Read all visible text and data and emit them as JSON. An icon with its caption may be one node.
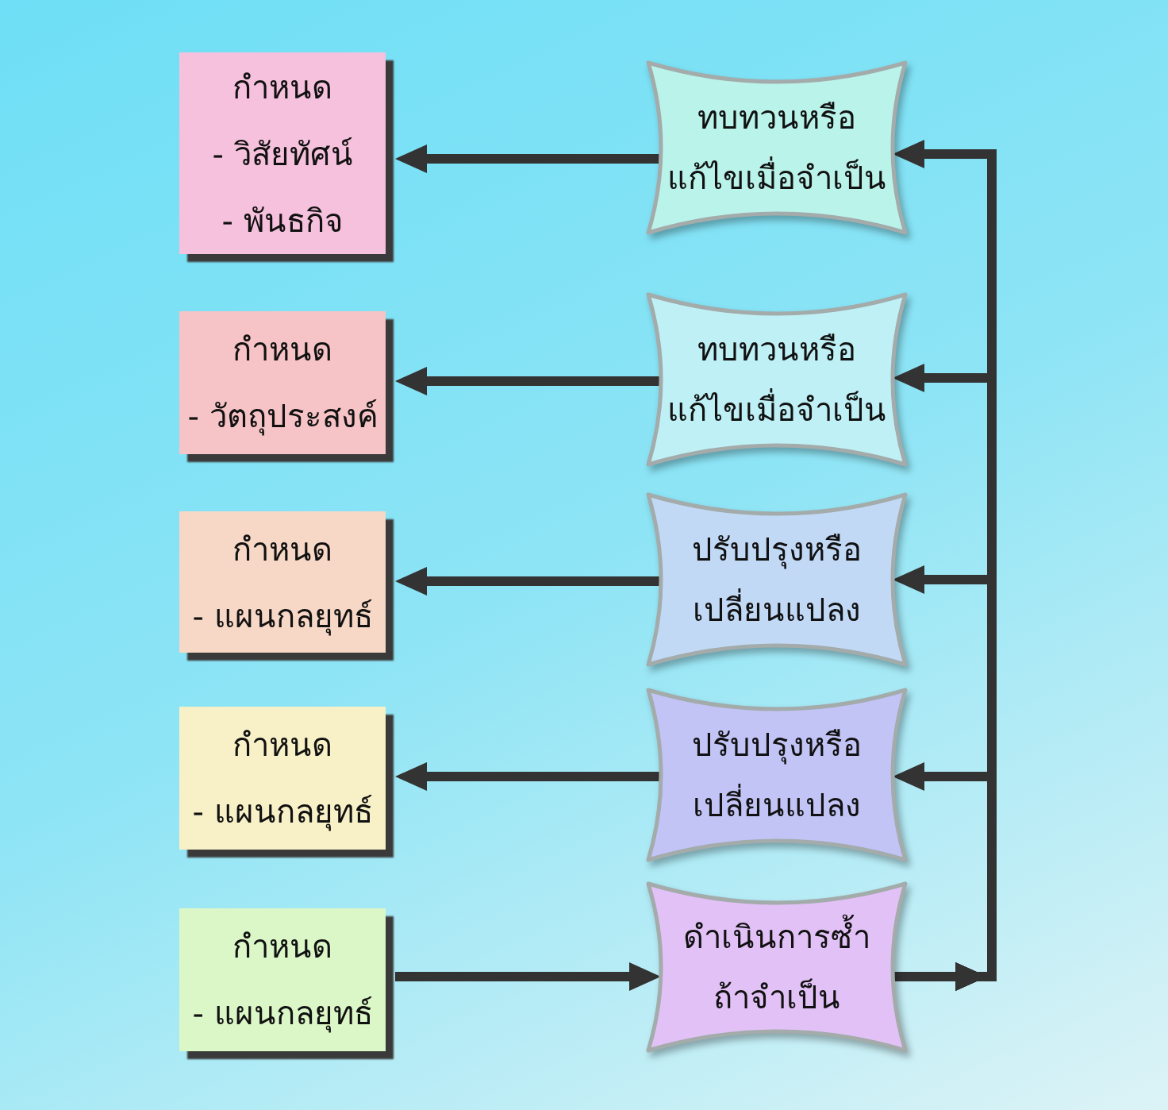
{
  "diagram": {
    "nodes": [
      {
        "text": [
          "กำหนด",
          "- วิสัยทัศน์",
          "- พันธกิจ"
        ]
      },
      {
        "text": [
          "กำหนด",
          "- วัตถุประสงค์"
        ]
      },
      {
        "text": [
          "กำหนด",
          "- แผนกลยุทธ์"
        ]
      },
      {
        "text": [
          "กำหนด",
          "- แผนกลยุทธ์"
        ]
      },
      {
        "text": [
          "กำหนด",
          "- แผนกลยุทธ์"
        ]
      },
      {
        "text": [
          "ทบทวนหรือแก้ไขเมื่อจำเป็น"
        ]
      },
      {
        "text": [
          "ทบทวนหรือแก้ไขเมื่อจำเป็น"
        ]
      },
      {
        "text": [
          "ปรับปรุงหรือเปลี่ยนแปลง"
        ]
      },
      {
        "text": [
          "ปรับปรุงหรือเปลี่ยนแปลง"
        ]
      },
      {
        "text": [
          "ดำเนินการซ้ำถ้าจำเป็น"
        ]
      }
    ],
    "edges": [
      {
        "from": 5,
        "to": 0,
        "arrow": "to"
      },
      {
        "from": 6,
        "to": 1,
        "arrow": "to"
      },
      {
        "from": 7,
        "to": 2,
        "arrow": "to"
      },
      {
        "from": 8,
        "to": 3,
        "arrow": "to"
      },
      {
        "from": 4,
        "to": 9,
        "arrow": "to"
      },
      {
        "from": 9,
        "to": 5,
        "arrow": "to"
      },
      {
        "from": 9,
        "to": 6,
        "arrow": "to"
      },
      {
        "from": 9,
        "to": 7,
        "arrow": "to"
      },
      {
        "from": 9,
        "to": 8,
        "arrow": "to"
      }
    ]
  }
}
